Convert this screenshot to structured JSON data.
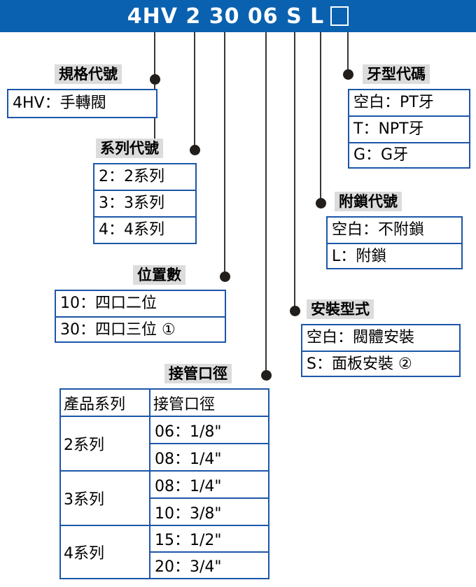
{
  "header": {
    "code_text": "4HV 2 30 06 S L",
    "trailing_box_icon": "empty-square-placeholder"
  },
  "colors": {
    "header_bar": "#0a61b0",
    "box_border": "#1c56a8",
    "title_highlight": "#dcdcdc",
    "leader_line": "#3b3632"
  },
  "callouts": {
    "spec_code": {
      "title": "規格代號",
      "rows": [
        "4HV：手轉閥"
      ]
    },
    "series_code": {
      "title": "系列代號",
      "rows": [
        "2：2系列",
        "3：3系列",
        "4：4系列"
      ]
    },
    "position_count": {
      "title": "位置數",
      "rows": [
        "10：四口二位",
        "30：四口三位 ①"
      ]
    },
    "port_size": {
      "title": "接管口徑",
      "table": {
        "headers": [
          "產品系列",
          "接管口徑"
        ],
        "groups": [
          {
            "series": "2系列",
            "sizes": [
              "06：1/8\"",
              "08：1/4\""
            ]
          },
          {
            "series": "3系列",
            "sizes": [
              "08：1/4\"",
              "10：3/8\""
            ]
          },
          {
            "series": "4系列",
            "sizes": [
              "15：1/2\"",
              "20：3/4\""
            ]
          }
        ]
      }
    },
    "thread_type": {
      "title": "牙型代碼",
      "rows": [
        "空白：PT牙",
        "T：NPT牙",
        "G：G牙"
      ]
    },
    "lock_code": {
      "title": "附鎖代號",
      "rows": [
        "空白：不附鎖",
        "L：附鎖"
      ]
    },
    "mounting_type": {
      "title": "安裝型式",
      "rows": [
        "空白：閥體安裝",
        "S：面板安裝 ②"
      ]
    }
  }
}
